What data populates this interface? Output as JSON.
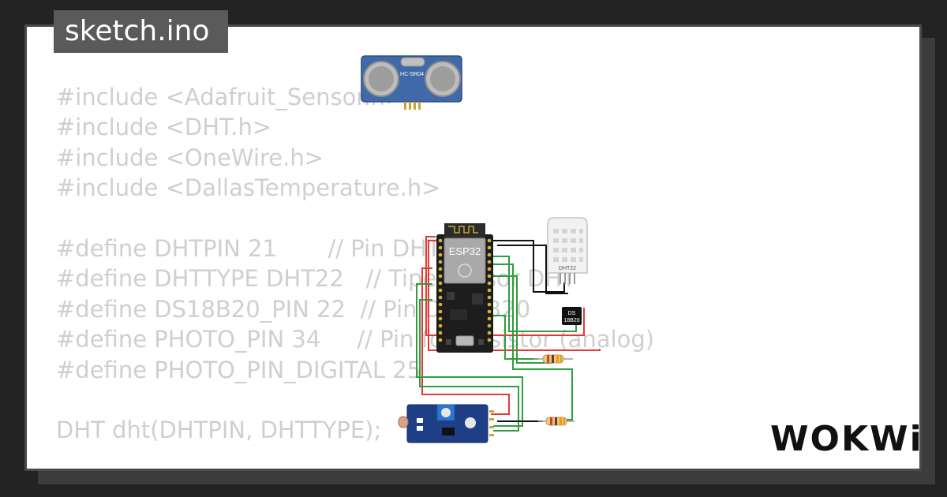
{
  "title": "sketch.ino",
  "code_lines": [
    "#include <Adafruit_Sensor.h>",
    "#include <DHT.h>",
    "#include <OneWire.h>",
    "#include <DallasTemperature.h>",
    "",
    "#define DHTPIN 21       // Pin DHT",
    "#define DHTTYPE DHT22   // Tipe sensor DHT",
    "#define DS18B20_PIN 22  // Pin DS18B20",
    "#define PHOTO_PIN 34     // Pin fotoresistor (analog)",
    "#define PHOTO_PIN_DIGITAL 25",
    "",
    "DHT dht(DHTPIN, DHTTYPE);"
  ],
  "components": {
    "ultrasonic_label": "HC-SR04",
    "esp32_label": "ESP32",
    "dht_label": "DHT22",
    "ds18b20_label_line1": "DS",
    "ds18b20_label_line2": "18B20"
  },
  "brand": {
    "logo_text": "WOKWi"
  },
  "colors": {
    "background": "#232323",
    "card": "#ffffff",
    "title_tag": "#5a5a5a",
    "code_text": "#cfcfcf",
    "wire_red": "#e53935",
    "wire_green": "#2e9e3e",
    "wire_black": "#111111"
  }
}
